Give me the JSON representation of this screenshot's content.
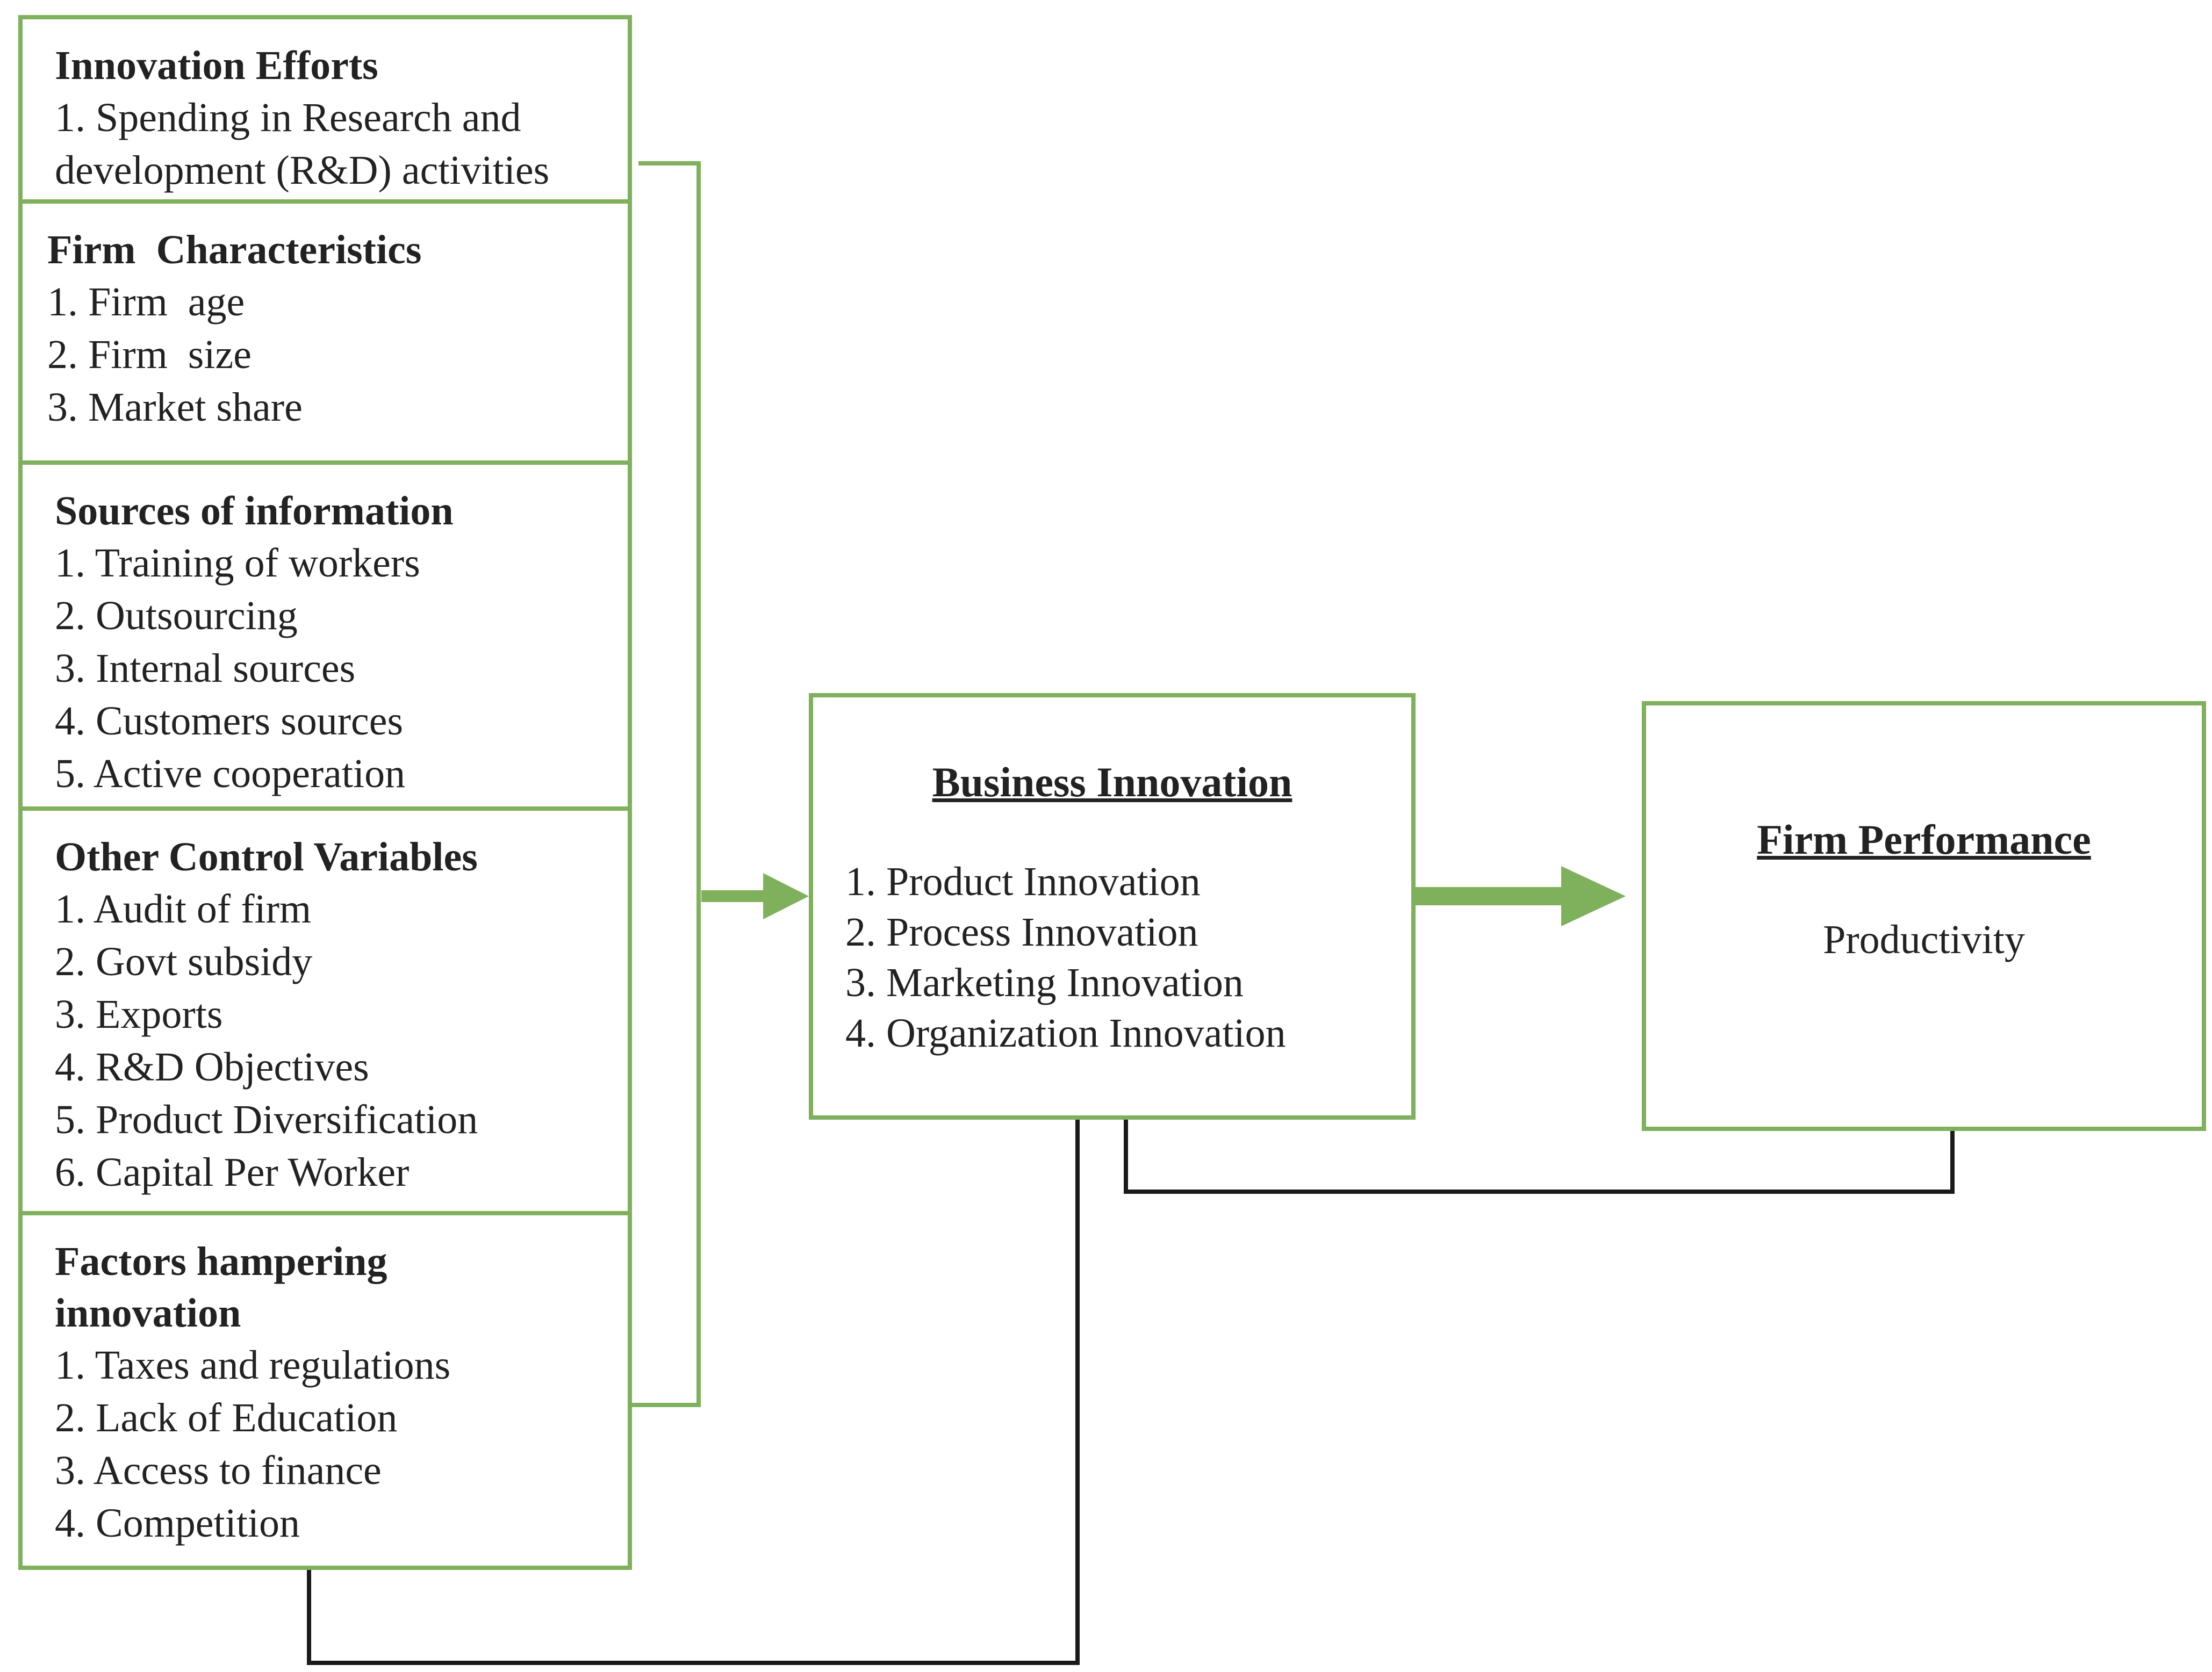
{
  "colors": {
    "box_border": "#7fb05b",
    "arrow": "#7fb05b",
    "feedback_line": "#1a1a1a"
  },
  "left_groups": [
    {
      "title": "Innovation Efforts",
      "items": [
        "1. Spending in Research and",
        "development (R&D) activities"
      ]
    },
    {
      "title": "Firm  Characteristics",
      "items": [
        "1. Firm  age",
        "2. Firm  size",
        "3. Market share"
      ]
    },
    {
      "title": "Sources of information",
      "items": [
        "1. Training of workers",
        "2. Outsourcing",
        "3. Internal sources",
        "4. Customers sources",
        "5. Active cooperation"
      ]
    },
    {
      "title": "Other Control Variables",
      "items": [
        "1. Audit of firm",
        "2. Govt subsidy",
        "3. Exports",
        "4. R&D Objectives",
        "5. Product Diversification",
        "6. Capital Per Worker"
      ]
    },
    {
      "title_lines": [
        "Factors hampering",
        "innovation"
      ],
      "items": [
        "1. Taxes and regulations",
        "2. Lack of Education",
        "3. Access to finance",
        "4. Competition"
      ]
    }
  ],
  "business_innovation": {
    "title": "Business Innovation",
    "items": [
      "1. Product Innovation",
      "2. Process Innovation",
      "3. Marketing Innovation",
      "4. Organization Innovation"
    ]
  },
  "firm_performance": {
    "title": "Firm Performance",
    "subtitle": "Productivity"
  }
}
